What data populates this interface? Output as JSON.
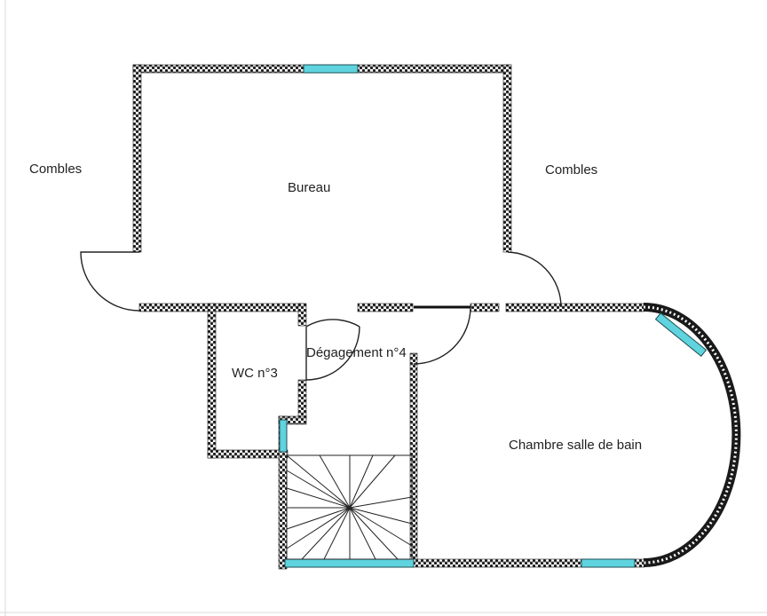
{
  "floor_plan": {
    "rooms": {
      "combles_left": "Combles",
      "combles_right": "Combles",
      "bureau": "Bureau",
      "degagement": "Dégagement n°4",
      "wc": "WC n°3",
      "chambre": "Chambre salle de bain"
    },
    "colors": {
      "wall": "#1a1a1a",
      "window": "#5fd3de",
      "door": "#222222",
      "background": "#ffffff"
    }
  }
}
